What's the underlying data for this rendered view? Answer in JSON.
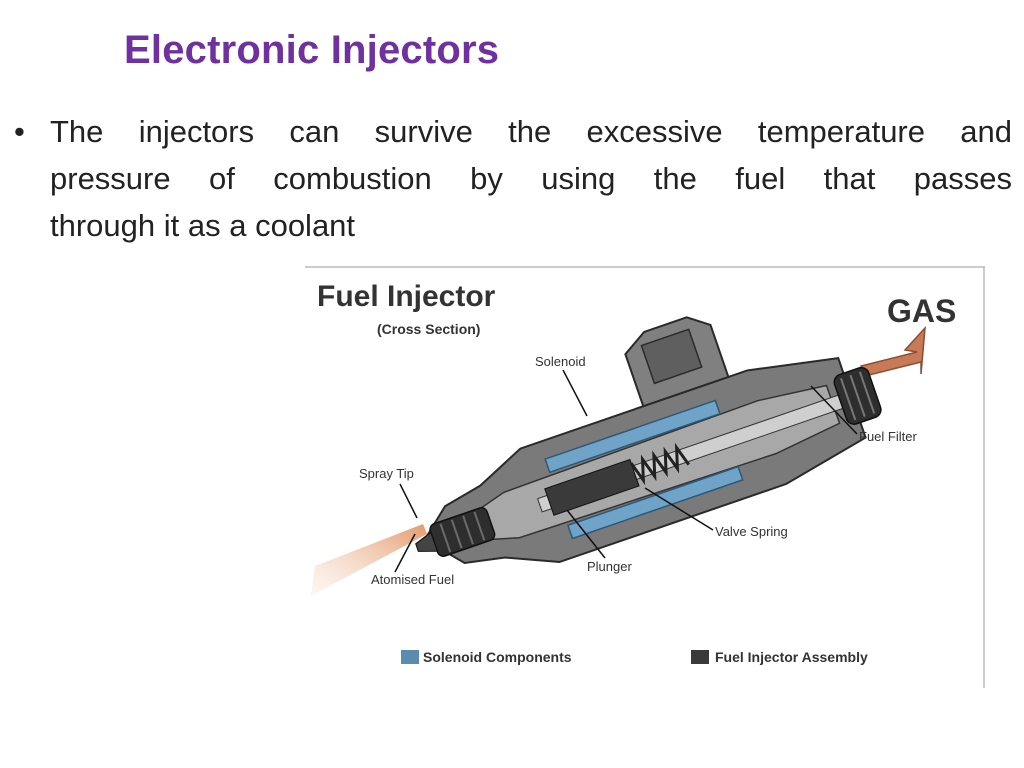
{
  "slide": {
    "title": "Electronic Injectors",
    "bullet_symbol": "•",
    "bullet_lines": [
      "The injectors can survive the excessive temperature and",
      "pressure of combustion by using the fuel that passes",
      "through it as a coolant"
    ]
  },
  "figure": {
    "title": "Fuel Injector",
    "subtitle": "(Cross Section)",
    "gas_label": "GAS",
    "labels": {
      "solenoid": "Solenoid",
      "fuel_filter": "Fuel Filter",
      "spray_tip": "Spray Tip",
      "valve_spring": "Valve Spring",
      "plunger": "Plunger",
      "atomised_fuel": "Atomised Fuel"
    },
    "legend": [
      {
        "label": "Solenoid Components",
        "color": "#5b8bb0"
      },
      {
        "label": "Fuel Injector Assembly",
        "color": "#3a3a3a"
      }
    ],
    "colors": {
      "body_outer": "#6b6b6b",
      "body_inner": "#9a9a9a",
      "solenoid": "#6fa3c7",
      "dark_parts": "#2e2e2e",
      "gas_arrow": "#c77a55",
      "spray": "#e6a57c"
    }
  }
}
